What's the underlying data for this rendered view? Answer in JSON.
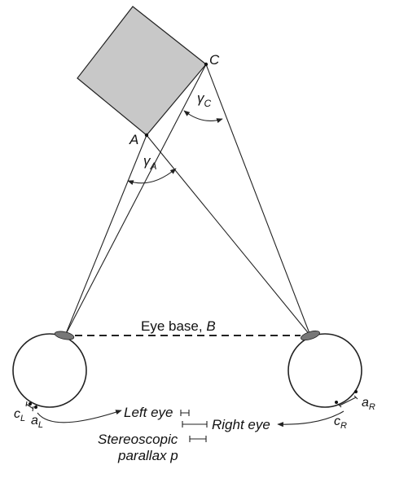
{
  "labels": {
    "point_c": "C",
    "point_a": "A",
    "angle_c": {
      "symbol": "γ",
      "subscript": "C"
    },
    "angle_a": {
      "symbol": "γ",
      "subscript": "A"
    },
    "eye_base": "Eye base, B",
    "c_left": {
      "base": "c",
      "subscript": "L"
    },
    "a_left": {
      "base": "a",
      "subscript": "L"
    },
    "c_right": {
      "base": "c",
      "subscript": "R"
    },
    "a_right": {
      "base": "a",
      "subscript": "R"
    },
    "left_eye": "Left eye",
    "right_eye": "Right eye",
    "stereo_line1": "Stereoscopic",
    "stereo_line2": "parallax p"
  },
  "colors": {
    "object_fill": "#c8c8c8",
    "lens_fill": "#777777",
    "stroke": "#222222"
  }
}
